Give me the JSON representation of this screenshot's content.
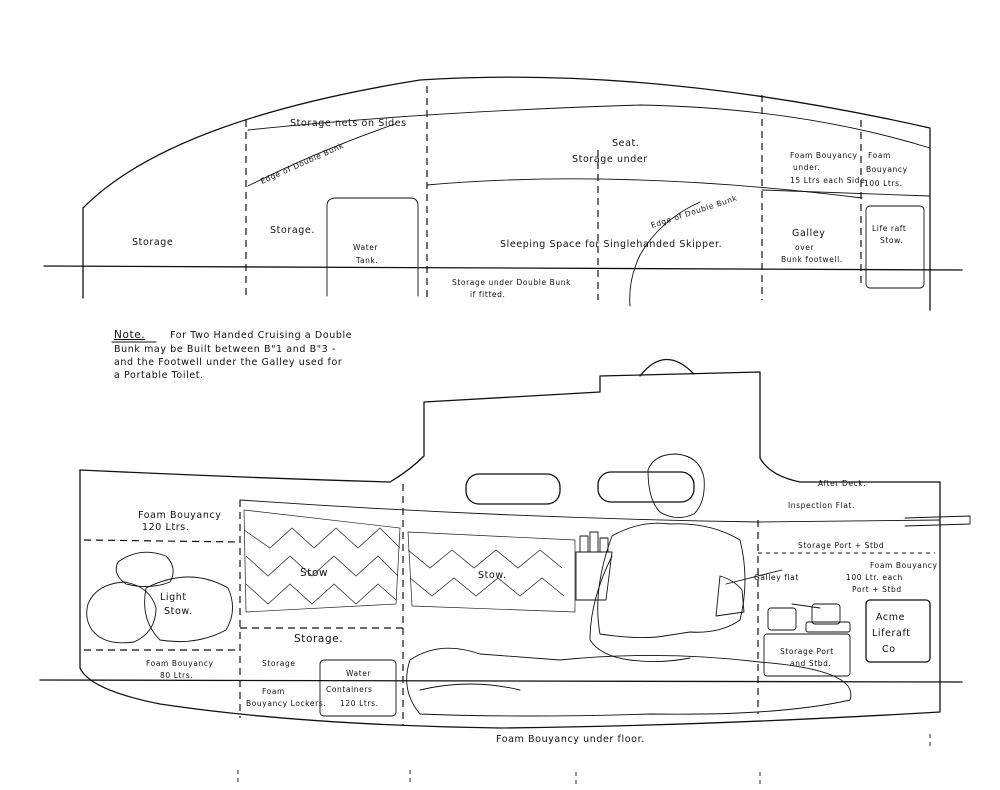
{
  "plan": {
    "storage_nets": "Storage nets on Sides",
    "edge_double_bunk_1": "Edge of Double Bunk",
    "edge_double_bunk_2": "Edge of Double Bunk",
    "seat": "Seat.",
    "storage_under": "Storage under",
    "storage_fwd": "Storage",
    "storage_2": "Storage.",
    "water_tank_1": "Water",
    "water_tank_2": "Tank.",
    "sleeping_space": "Sleeping Space for Singlehanded Skipper.",
    "storage_under_bunk_1": "Storage under Double Bunk",
    "storage_under_bunk_2": "if fitted.",
    "foam_buoyancy_under_1": "Foam Bouyancy",
    "foam_buoyancy_under_2": "under.",
    "foam_buoyancy_under_3": "15 Ltrs each Side.",
    "galley_1": "Galley",
    "galley_2": "over",
    "galley_3": "Bunk footwell.",
    "foam_buoyancy_aft_1": "Foam",
    "foam_buoyancy_aft_2": "Bouyancy",
    "foam_buoyancy_aft_3": "100 Ltrs.",
    "liferaft_1": "Life raft",
    "liferaft_2": "Stow."
  },
  "note": {
    "heading": "Note.",
    "line1": "For Two Handed Cruising a Double",
    "line2": "Bunk may be Built between B\"1 and B\"3 -",
    "line3": "and the Footwell under the Galley used for",
    "line4": "a Portable Toilet."
  },
  "section": {
    "after_deck": "After Deck.",
    "inspection_flat": "Inspection Flat.",
    "storage_port_stbd_top": "Storage Port + Stbd",
    "foam_buoyancy_fwd_1": "Foam Bouyancy",
    "foam_buoyancy_fwd_2": "120 Ltrs.",
    "stow": "Stow",
    "light_stow_1": "Light",
    "light_stow_2": "Stow.",
    "stow_2": "Stow.",
    "galley_flat": "Galley flat",
    "foam_buoyancy_aft_1": "Foam Bouyancy",
    "foam_buoyancy_aft_2": "100 Ltr. each",
    "foam_buoyancy_aft_3": "Port + Stbd",
    "storage_big": "Storage.",
    "acme_1": "Acme",
    "acme_2": "Liferaft",
    "acme_3": "Co",
    "foam_buoyancy_bow_1": "Foam Bouyancy",
    "foam_buoyancy_bow_2": "80 Ltrs.",
    "storage_small": "Storage",
    "water_cont_1": "Water",
    "water_cont_2": "Containers",
    "water_cont_3": "120 Ltrs.",
    "foam_lockers_1": "Foam",
    "foam_lockers_2": "Bouyancy Lockers.",
    "storage_port_stbd_low_1": "Storage Port",
    "storage_port_stbd_low_2": "and Stbd.",
    "foam_under_floor": "Foam Bouyancy under floor."
  }
}
